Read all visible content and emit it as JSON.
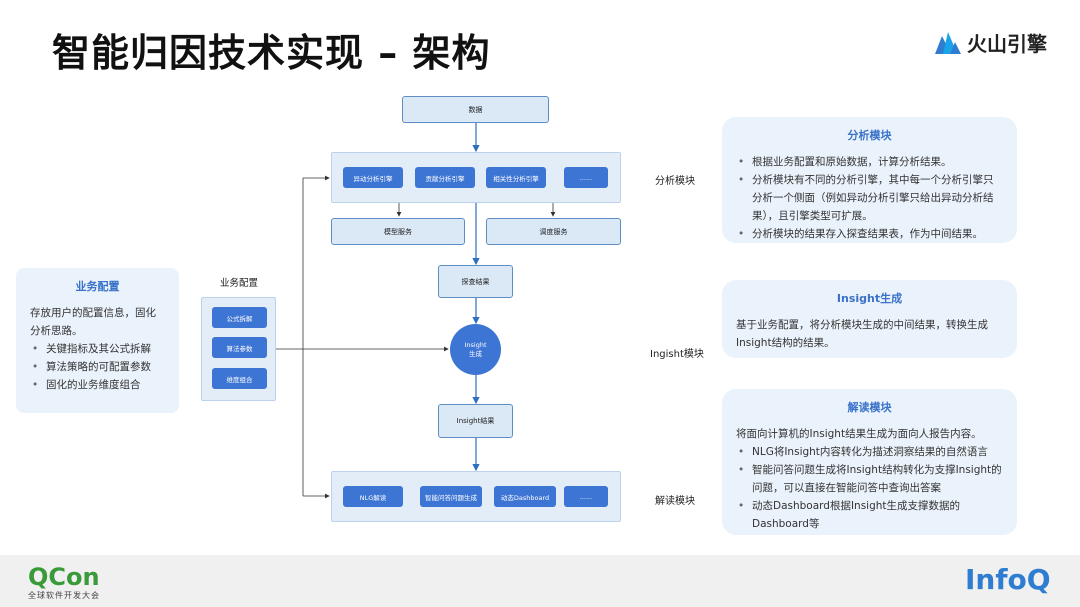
{
  "header": {
    "title": "智能归因技术实现 – 架构",
    "brand": "火山引擎"
  },
  "diagram": {
    "data_node": "数据",
    "engines": [
      "异动分析引擎",
      "贡献分析引擎",
      "相关性分析引擎",
      "......"
    ],
    "services": [
      "模型服务",
      "调度服务"
    ],
    "explore_result": "探查结果",
    "insight_gen": [
      "Insight",
      "生成"
    ],
    "insight_result": "Insight结果",
    "interpret_items": [
      "NLG解读",
      "智能问答问题生成",
      "动态Dashboard",
      "......"
    ],
    "config_label": "业务配置",
    "config_items": [
      "公式拆解",
      "算法参数",
      "维度组合"
    ],
    "module_labels": {
      "analysis": "分析模块",
      "insight": "Ingisht模块",
      "interpret": "解读模块"
    }
  },
  "cards": {
    "business_config": {
      "title": "业务配置",
      "intro": "存放用户的配置信息，固化分析思路。",
      "bullets": [
        "关键指标及其公式拆解",
        "算法策略的可配置参数",
        "固化的业务维度组合"
      ]
    },
    "analysis": {
      "title": "分析模块",
      "bullets": [
        "根据业务配置和原始数据，计算分析结果。",
        "分析模块有不同的分析引擎，其中每一个分析引擎只分析一个侧面（例如异动分析引擎只给出异动分析结果），且引擎类型可扩展。",
        "分析模块的结果存入探查结果表，作为中间结果。"
      ]
    },
    "insight": {
      "title": "Insight生成",
      "text": "基于业务配置，将分析模块生成的中间结果，转换生成Insight结构的结果。"
    },
    "interpret": {
      "title": "解读模块",
      "intro": "将面向计算机的Insight结果生成为面向人报告内容。",
      "bullets": [
        "NLG将Insight内容转化为描述洞察结果的自然语言",
        "智能问答问题生成将Insight结构转化为支撑Insight的问题，可以直接在智能问答中查询出答案",
        "动态Dashboard根据Insight生成支撑数据的Dashboard等"
      ]
    }
  },
  "footer": {
    "qcon_logo": "QCon",
    "qcon_sub": "全球软件开发大会",
    "infoq_logo": "InfoQ"
  }
}
